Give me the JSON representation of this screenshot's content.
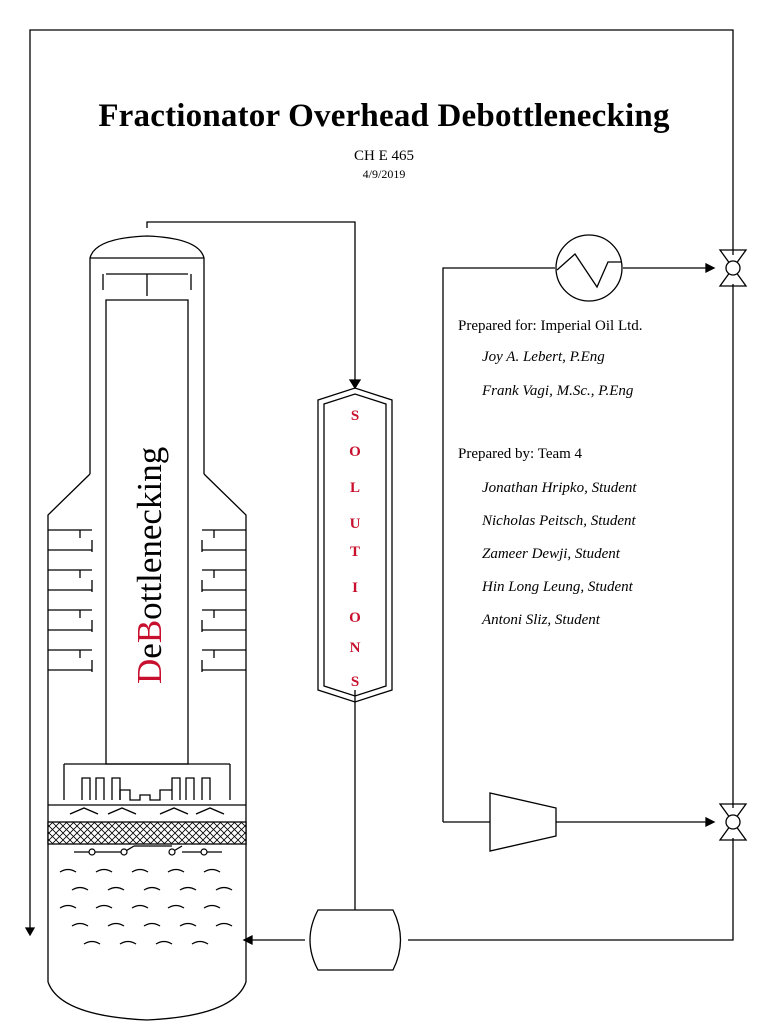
{
  "document": {
    "title": "Fractionator Overhead Debottlenecking",
    "course": "CH E 465",
    "date": "4/9/2019"
  },
  "logo": {
    "column_text_parts": [
      "D",
      "e",
      "B",
      "ottlenecking"
    ],
    "drum_letters": [
      "S",
      "O",
      "L",
      "U",
      "T",
      "I",
      "O",
      "N",
      "S"
    ]
  },
  "prepared_for": {
    "heading": "Prepared for: Imperial Oil Ltd.",
    "people": [
      "Joy A. Lebert, P.Eng",
      "Frank Vagi, M.Sc., P.Eng"
    ]
  },
  "prepared_by": {
    "heading": "Prepared by: Team 4",
    "people": [
      "Jonathan Hripko, Student",
      "Nicholas Peitsch, Student",
      "Zameer Dewji, Student",
      "Hin Long Leung, Student",
      "Antoni Sliz, Student"
    ]
  },
  "colors": {
    "ink": "#000000",
    "accent_red": "#c8102e",
    "mesh_fill": "#d9d9d9",
    "paper": "#ffffff"
  }
}
